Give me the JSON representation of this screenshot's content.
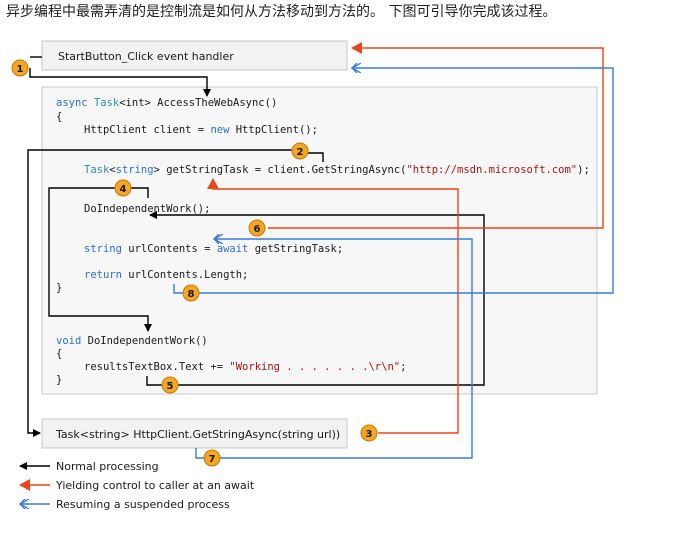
{
  "intro": "异步编程中最需弄清的是控制流是如何从方法移动到方法的。 下图可引导你完成该过程。",
  "colors": {
    "normal": "#000000",
    "yield": "#e8471c",
    "resume": "#3a7bd5",
    "badge": "#f5a623"
  },
  "boxes": {
    "click_handler": "StartButton_Click event handler",
    "get_string_async": "Task<string> HttpClient.GetStringAsync(string url))"
  },
  "code": {
    "l1_kw": "async",
    "l1_ty": "Task",
    "l1_rest": "<int> AccessTheWebAsync()",
    "l2": "{",
    "l3_a": "HttpClient client = ",
    "l3_kw": "new",
    "l3_b": " HttpClient();",
    "l4_ty": "Task",
    "l4_a": "<",
    "l4_kw": "string",
    "l4_b": "> getStringTask = client.GetStringAsync(",
    "l4_str": "\"http://msdn.microsoft.com\"",
    "l4_c": ");",
    "l5": "DoIndependentWork();",
    "l6_kw": "string",
    "l6_a": " urlContents = ",
    "l6_kw2": "await",
    "l6_b": " getStringTask;",
    "l7_kw": "return",
    "l7_a": " urlContents.Length;",
    "l8": "}",
    "l9_kw": "void",
    "l9_a": " DoIndependentWork()",
    "l10": "{",
    "l11_a": "resultsTextBox.Text += ",
    "l11_str": "\"Working . . . . . . .\\r\\n\"",
    "l11_b": ";",
    "l12": "}"
  },
  "badges": [
    "1",
    "2",
    "3",
    "4",
    "5",
    "6",
    "7",
    "8"
  ],
  "legend": {
    "normal": "Normal processing",
    "yield": "Yielding control to caller at an await",
    "resume": "Resuming a suspended process"
  }
}
